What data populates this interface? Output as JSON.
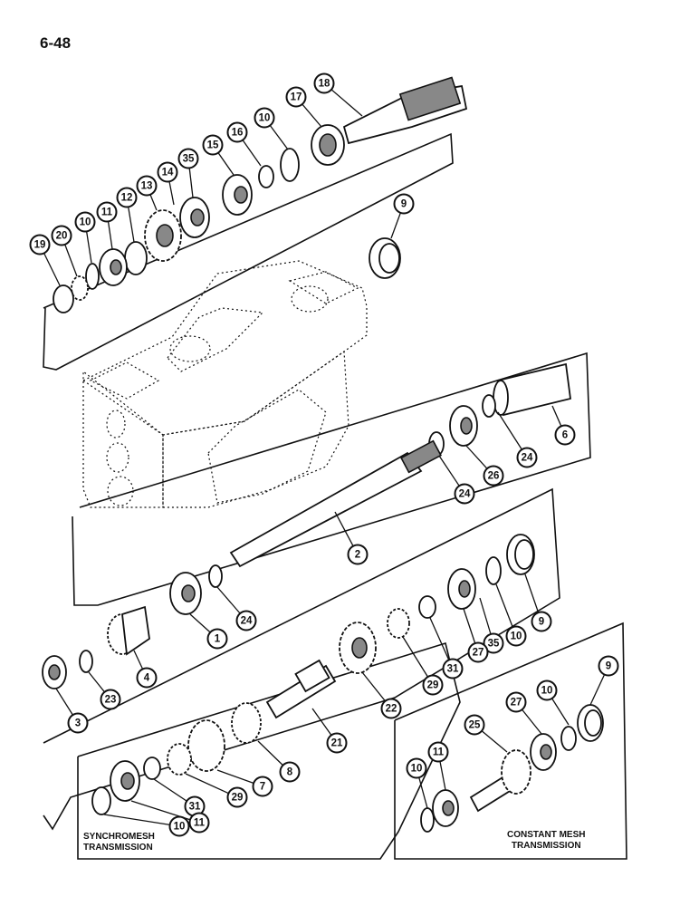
{
  "page_number": "6-48",
  "captions": {
    "synchromesh_line1": "SYNCHROMESH",
    "synchromesh_line2": "TRANSMISSION",
    "constant_line1": "CONSTANT MESH",
    "constant_line2": "TRANSMISSION"
  },
  "callouts": [
    {
      "id": "c18",
      "label": "18"
    },
    {
      "id": "c17",
      "label": "17"
    },
    {
      "id": "c10a",
      "label": "10"
    },
    {
      "id": "c16",
      "label": "16"
    },
    {
      "id": "c15",
      "label": "15"
    },
    {
      "id": "c35a",
      "label": "35"
    },
    {
      "id": "c14",
      "label": "14"
    },
    {
      "id": "c13",
      "label": "13"
    },
    {
      "id": "c12",
      "label": "12"
    },
    {
      "id": "c11a",
      "label": "11"
    },
    {
      "id": "c10b",
      "label": "10"
    },
    {
      "id": "c20",
      "label": "20"
    },
    {
      "id": "c19",
      "label": "19"
    },
    {
      "id": "c9a",
      "label": "9"
    },
    {
      "id": "c6",
      "label": "6"
    },
    {
      "id": "c24a",
      "label": "24"
    },
    {
      "id": "c26",
      "label": "26"
    },
    {
      "id": "c24b",
      "label": "24"
    },
    {
      "id": "c2",
      "label": "2"
    },
    {
      "id": "c24c",
      "label": "24"
    },
    {
      "id": "c1",
      "label": "1"
    },
    {
      "id": "c9b",
      "label": "9"
    },
    {
      "id": "c10c",
      "label": "10"
    },
    {
      "id": "c35b",
      "label": "35"
    },
    {
      "id": "c27a",
      "label": "27"
    },
    {
      "id": "c31a",
      "label": "31"
    },
    {
      "id": "c29a",
      "label": "29"
    },
    {
      "id": "c22",
      "label": "22"
    },
    {
      "id": "c21",
      "label": "21"
    },
    {
      "id": "c4",
      "label": "4"
    },
    {
      "id": "c23",
      "label": "23"
    },
    {
      "id": "c3",
      "label": "3"
    },
    {
      "id": "c8",
      "label": "8"
    },
    {
      "id": "c7",
      "label": "7"
    },
    {
      "id": "c29b",
      "label": "29"
    },
    {
      "id": "c31b",
      "label": "31"
    },
    {
      "id": "c11b",
      "label": "11"
    },
    {
      "id": "c10d",
      "label": "10"
    },
    {
      "id": "c9c",
      "label": "9"
    },
    {
      "id": "c10e",
      "label": "10"
    },
    {
      "id": "c27b",
      "label": "27"
    },
    {
      "id": "c25",
      "label": "25"
    },
    {
      "id": "c10f",
      "label": "10"
    },
    {
      "id": "c11c",
      "label": "11"
    }
  ]
}
